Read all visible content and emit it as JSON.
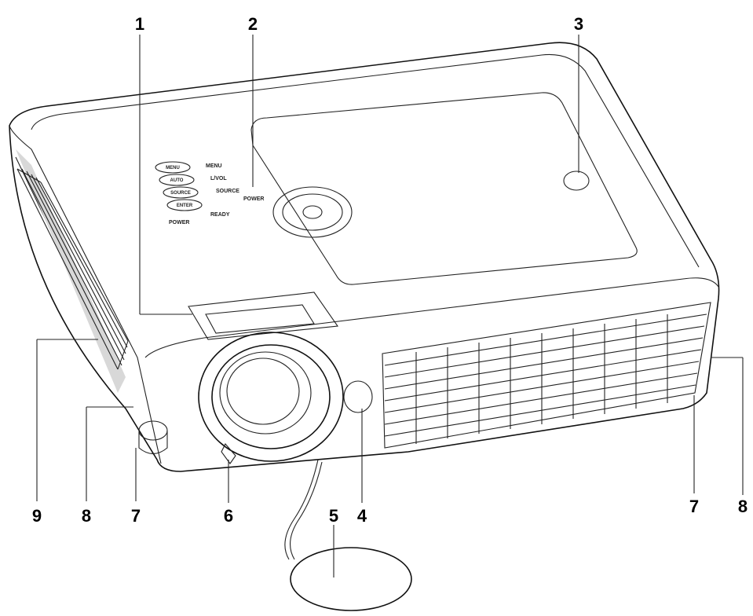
{
  "callouts": {
    "c1": "1",
    "c2": "2",
    "c3": "3",
    "c4": "4",
    "c5": "5",
    "c6": "6",
    "c7_left": "7",
    "c7_right": "7",
    "c8_left": "8",
    "c8_right": "8",
    "c9": "9"
  },
  "control_panel": {
    "buttons": [
      "MENU",
      "AUTO",
      "SOURCE",
      "ENTER"
    ],
    "labels": [
      "MENU",
      "L/VOL",
      "SOURCE",
      "POWER",
      "READY",
      "POWER"
    ]
  },
  "colors": {
    "line": "#111111",
    "fill": "#ffffff",
    "shade": "#d8d8d8"
  }
}
